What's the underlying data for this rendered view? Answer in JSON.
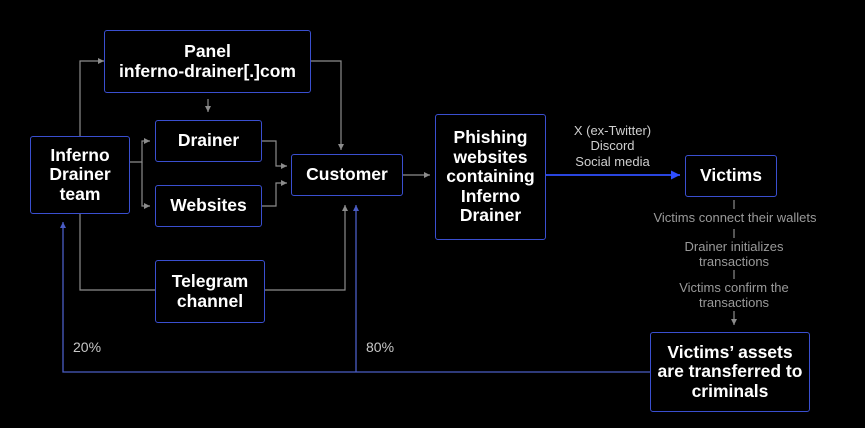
{
  "nodes": {
    "panel": {
      "line1": "Panel",
      "line2": "inferno-drainer[.]com"
    },
    "team": {
      "label": "Inferno Drainer team"
    },
    "drainer": {
      "label": "Drainer"
    },
    "websites": {
      "label": "Websites"
    },
    "telegram": {
      "label": "Telegram channel"
    },
    "customer": {
      "label": "Customer"
    },
    "phishing": {
      "label": "Phishing websites containing Inferno Drainer"
    },
    "victims": {
      "label": "Victims"
    },
    "assets": {
      "label": "Victims’ assets are transferred to criminals"
    }
  },
  "channels": {
    "line1": "X (ex-Twitter)",
    "line2": "Discord",
    "line3": "Social media"
  },
  "steps": {
    "connect": "Victims connect their wallets",
    "initialize": "Drainer initializes transactions",
    "confirm": "Victims confirm the transactions"
  },
  "shares": {
    "team": "20%",
    "customer": "80%"
  },
  "colors": {
    "box_border": "#3a4fd0",
    "flow_arrow": "#2f4fff",
    "return_line": "#4a5cc4",
    "grey_line": "#8c8c8c"
  }
}
